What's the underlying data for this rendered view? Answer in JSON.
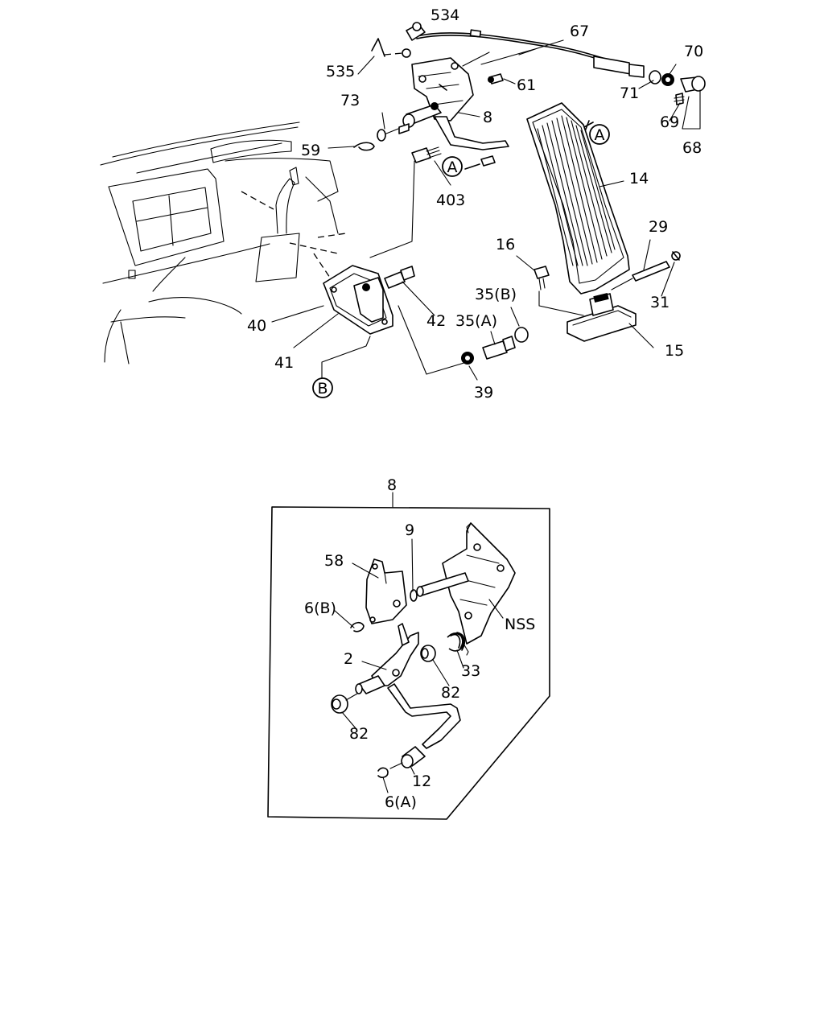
{
  "labels": {
    "p534": "534",
    "p67": "67",
    "p535": "535",
    "p70": "70",
    "p71": "71",
    "p61": "61",
    "p73": "73",
    "p8": "8",
    "p69": "69",
    "p68": "68",
    "p59": "59",
    "pA1": "A",
    "pA2": "A",
    "p403": "403",
    "p14": "14",
    "p29": "29",
    "p16": "16",
    "p31": "31",
    "p35B": "35(B)",
    "p42": "42",
    "p35A": "35(A)",
    "p40": "40",
    "p15": "15",
    "p41": "41",
    "pB": "B",
    "p39": "39",
    "d8": "8",
    "d9": "9",
    "d58": "58",
    "d6B": "6(B)",
    "dNSS": "NSS",
    "d2": "2",
    "d33": "33",
    "d82a": "82",
    "d82b": "82",
    "d12": "12",
    "d6A": "6(A)"
  },
  "colors": {
    "ink": "#000000",
    "paper": "#ffffff"
  }
}
